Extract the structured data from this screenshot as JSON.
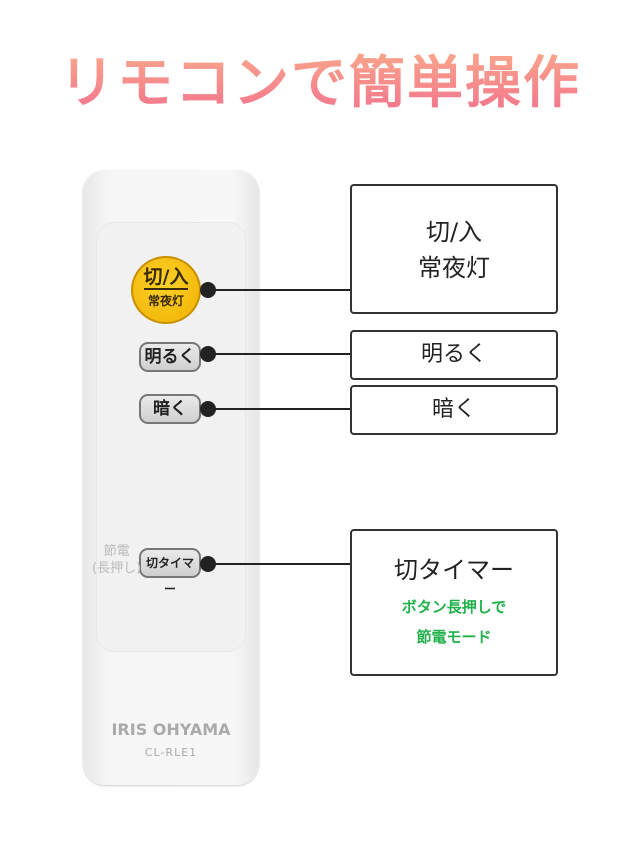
{
  "title": "リモコンで簡単操作",
  "remote": {
    "power_top": "切/入",
    "power_bottom": "常夜灯",
    "brighter": "明るく",
    "darker": "暗く",
    "timer": "切タイマー",
    "side_label_1": "節電",
    "side_label_2": "(長押し)",
    "brand": "IRIS OHYAMA",
    "model": "CL-RLE1"
  },
  "callouts": {
    "power_1": "切/入",
    "power_2": "常夜灯",
    "brighter": "明るく",
    "darker": "暗く",
    "timer": "切タイマー",
    "timer_note_1": "ボタン長押しで",
    "timer_note_2": "節電モード"
  },
  "colors": {
    "note": "#22b14c",
    "power": "#f5c000"
  }
}
